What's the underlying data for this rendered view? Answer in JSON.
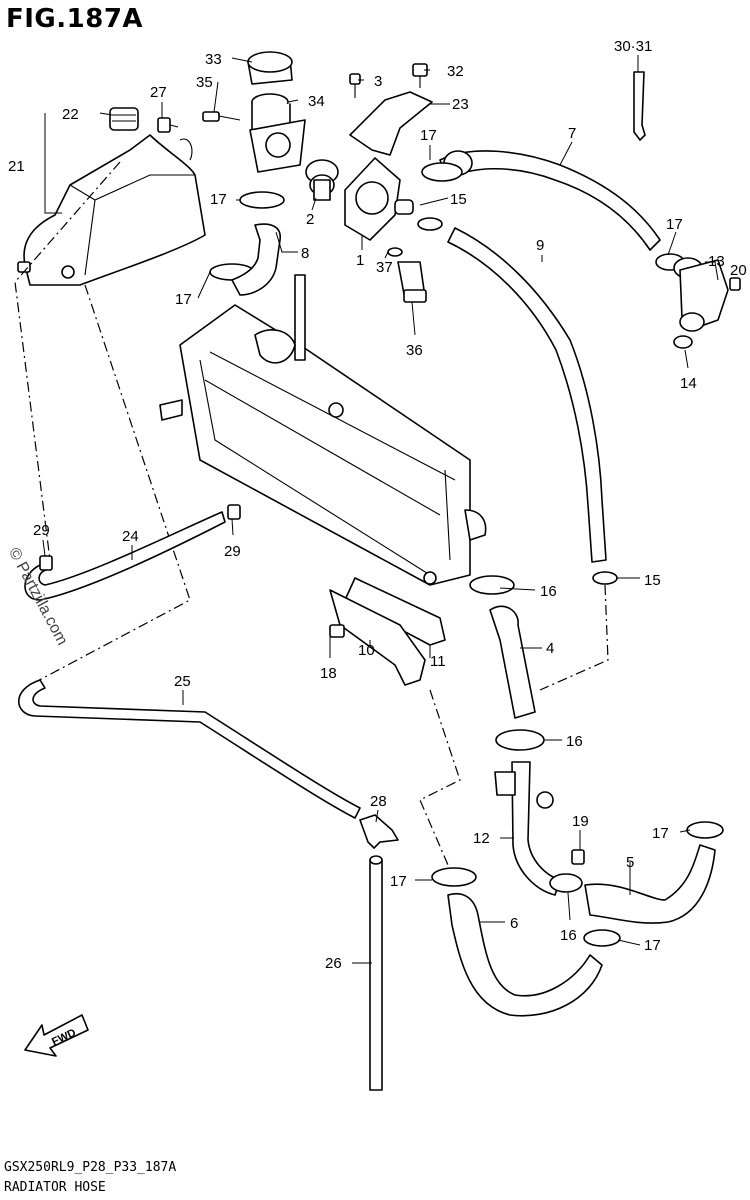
{
  "figure": {
    "title": "FIG.187A",
    "code": "GSX250RL9_P28_P33_187A",
    "caption": "RADIATOR HOSE",
    "watermark": "© Partzilla.com",
    "fwd_label": "FWD"
  },
  "callouts": [
    {
      "id": "c33",
      "text": "33"
    },
    {
      "id": "c35",
      "text": "35"
    },
    {
      "id": "c34",
      "text": "34"
    },
    {
      "id": "c27",
      "text": "27"
    },
    {
      "id": "c22",
      "text": "22"
    },
    {
      "id": "c21",
      "text": "21"
    },
    {
      "id": "c3",
      "text": "3"
    },
    {
      "id": "c32",
      "text": "32"
    },
    {
      "id": "c23",
      "text": "23"
    },
    {
      "id": "c3031",
      "text": "30·31"
    },
    {
      "id": "c7",
      "text": "7"
    },
    {
      "id": "c17a",
      "text": "17"
    },
    {
      "id": "c17b",
      "text": "17"
    },
    {
      "id": "c2",
      "text": "2"
    },
    {
      "id": "c15a",
      "text": "15"
    },
    {
      "id": "c1",
      "text": "1"
    },
    {
      "id": "c17c",
      "text": "17"
    },
    {
      "id": "c8",
      "text": "8"
    },
    {
      "id": "c17d",
      "text": "17"
    },
    {
      "id": "c13",
      "text": "13"
    },
    {
      "id": "c20",
      "text": "20"
    },
    {
      "id": "c9",
      "text": "9"
    },
    {
      "id": "c37",
      "text": "37"
    },
    {
      "id": "c14",
      "text": "14"
    },
    {
      "id": "c36",
      "text": "36"
    },
    {
      "id": "c29a",
      "text": "29"
    },
    {
      "id": "c24",
      "text": "24"
    },
    {
      "id": "c29b",
      "text": "29"
    },
    {
      "id": "c16a",
      "text": "16"
    },
    {
      "id": "c15b",
      "text": "15"
    },
    {
      "id": "c4",
      "text": "4"
    },
    {
      "id": "c18",
      "text": "18"
    },
    {
      "id": "c10",
      "text": "10"
    },
    {
      "id": "c11",
      "text": "11"
    },
    {
      "id": "c25",
      "text": "25"
    },
    {
      "id": "c16b",
      "text": "16"
    },
    {
      "id": "c28",
      "text": "28"
    },
    {
      "id": "c19",
      "text": "19"
    },
    {
      "id": "c17e",
      "text": "17"
    },
    {
      "id": "c12",
      "text": "12"
    },
    {
      "id": "c5",
      "text": "5"
    },
    {
      "id": "c17f",
      "text": "17"
    },
    {
      "id": "c6",
      "text": "6"
    },
    {
      "id": "c16c",
      "text": "16"
    },
    {
      "id": "c17g",
      "text": "17"
    },
    {
      "id": "c26",
      "text": "26"
    }
  ]
}
